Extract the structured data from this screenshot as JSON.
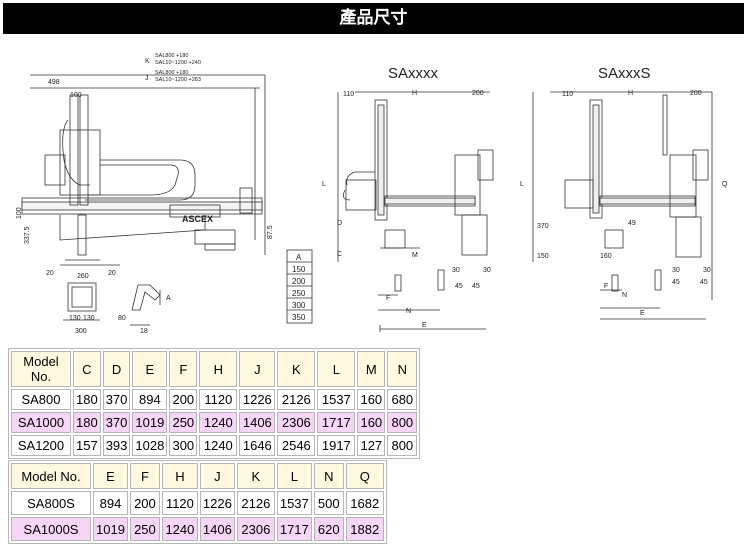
{
  "header": {
    "title": "產品尺寸"
  },
  "diagram": {
    "model_labels": [
      "SAxxxx",
      "SAxxxS"
    ],
    "side_view": {
      "top_dims": [
        "498",
        "100"
      ],
      "k_label": "K",
      "j_label": "J",
      "k_notes": [
        "SAL800 +180",
        "SAL10~1200 +240"
      ],
      "j_notes": [
        "SAL800 +180",
        "SAL10~1200 +283"
      ],
      "left_dims": [
        "337.5",
        "100"
      ],
      "right_dim": "87.5",
      "bottom_dims": [
        "20",
        "260",
        "20"
      ],
      "base_dims": [
        "130",
        "130",
        "300"
      ],
      "bracket_dims": [
        "80",
        "18"
      ],
      "bracket_letter": "A",
      "brand": "ASCEX"
    },
    "a_table": {
      "header": "A",
      "values": [
        "150",
        "200",
        "250",
        "300",
        "350"
      ]
    },
    "view1": {
      "dims": [
        "110",
        "H",
        "200",
        "L",
        "D",
        "C",
        "M",
        "30",
        "30",
        "45",
        "45",
        "F",
        "N",
        "E"
      ]
    },
    "view2": {
      "dims": [
        "110",
        "H",
        "200",
        "Q",
        "L",
        "370",
        "150",
        "160",
        "49",
        "30",
        "30",
        "45",
        "45",
        "F",
        "N",
        "E"
      ]
    }
  },
  "table1": {
    "header": [
      "Model No.",
      "C",
      "D",
      "E",
      "F",
      "H",
      "J",
      "K",
      "L",
      "M",
      "N"
    ],
    "rows": [
      [
        "SA800",
        "180",
        "370",
        "894",
        "200",
        "1120",
        "1226",
        "2126",
        "1537",
        "160",
        "680"
      ],
      [
        "SA1000",
        "180",
        "370",
        "1019",
        "250",
        "1240",
        "1406",
        "2306",
        "1717",
        "160",
        "800"
      ],
      [
        "SA1200",
        "157",
        "393",
        "1028",
        "300",
        "1240",
        "1646",
        "2546",
        "1917",
        "127",
        "800"
      ]
    ],
    "row_colors": [
      "#ffffff",
      "#f6d6f6",
      "#ffffff"
    ]
  },
  "table2": {
    "header": [
      "Model No.",
      "E",
      "F",
      "H",
      "J",
      "K",
      "L",
      "N",
      "Q"
    ],
    "rows": [
      [
        "SA800S",
        "894",
        "200",
        "1120",
        "1226",
        "2126",
        "1537",
        "500",
        "1682"
      ],
      [
        "SA1000S",
        "1019",
        "250",
        "1240",
        "1406",
        "2306",
        "1717",
        "620",
        "1882"
      ]
    ],
    "row_colors": [
      "#ffffff",
      "#f6d6f6"
    ]
  },
  "colors": {
    "title_bg": "#000000",
    "header_bg": "#fffadf",
    "highlight_bg": "#f6d6f6"
  }
}
